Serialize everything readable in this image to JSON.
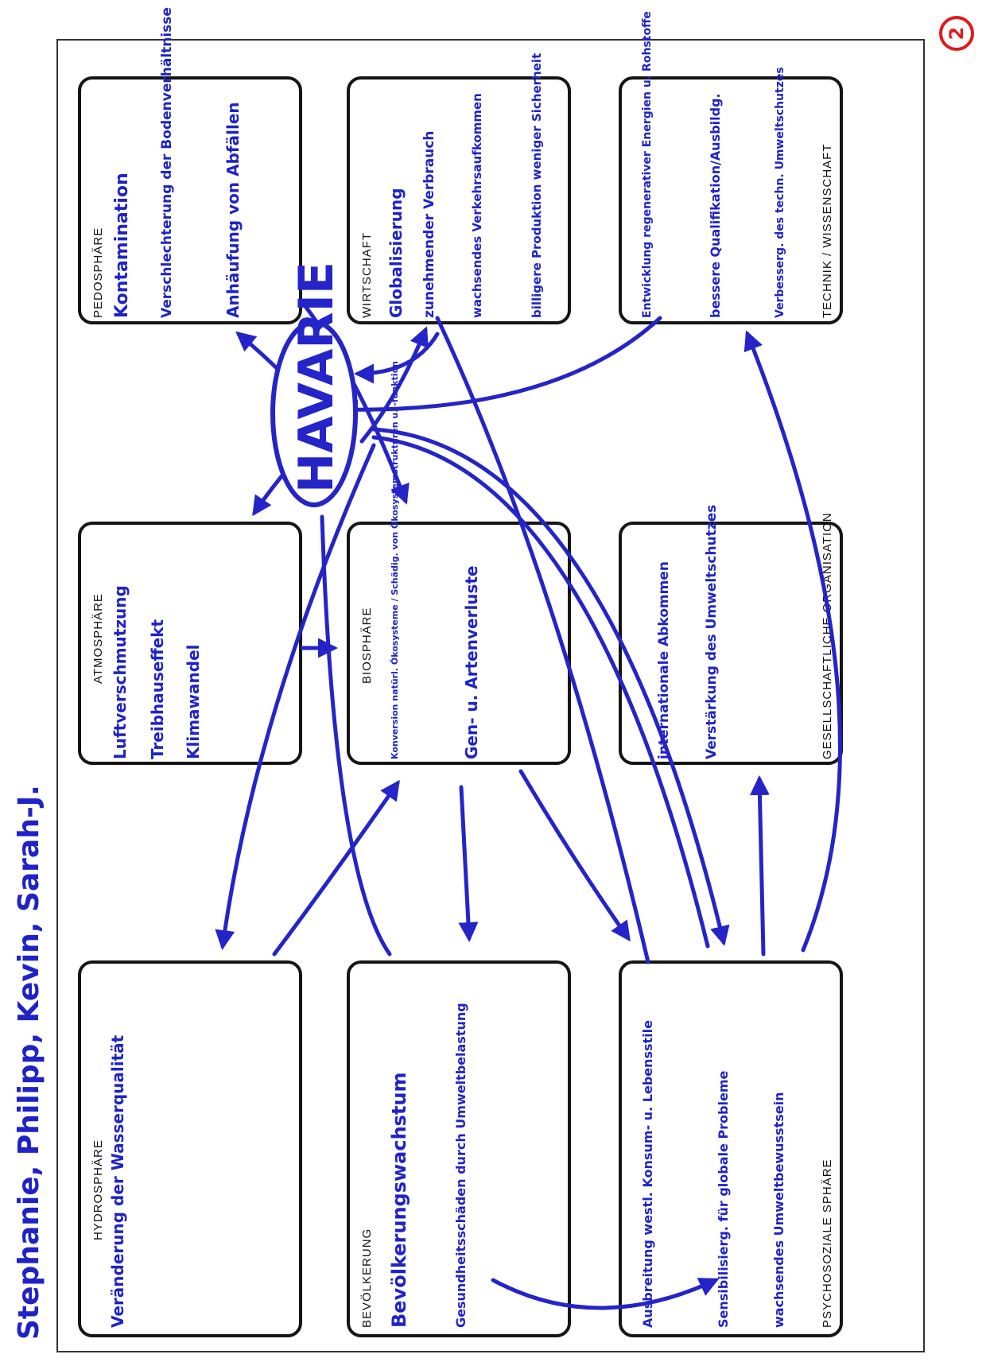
{
  "authors": "Stephanie, Philipp, Kevin, Sarah-J.",
  "page_number": "2",
  "center": "HAVARIE",
  "boxes": [
    {
      "title": "PEDOSPHÄRE",
      "notes": [
        "Kontamination",
        "Verschlechterung der Bodenverhältnisse",
        "Anhäufung von Abfällen"
      ]
    },
    {
      "title": "WIRTSCHAFT",
      "notes": [
        "Globalisierung",
        "zunehmender Verbrauch",
        "wachsendes Verkehrsaufkommen",
        "billigere Produktion weniger Sicherheit"
      ]
    },
    {
      "title": "TECHNIK / WISSENSCHAFT",
      "notes": [
        "Entwicklung regenerativer Energien u. Rohstoffe",
        "bessere Qualifikation/Ausbildg.",
        "Verbesserg. des techn. Umweltschutzes"
      ]
    },
    {
      "title": "ATMOSPHÄRE",
      "notes": [
        "Luftverschmutzung",
        "Treibhauseffekt",
        "Klimawandel"
      ]
    },
    {
      "title": "BIOSPHÄRE",
      "notes": [
        "Konversion natürl. Ökosysteme / Schädig. von Ökosystemstrukturen u. -funktion",
        "Gen- u. Artenverluste"
      ]
    },
    {
      "title": "GESELLSCHAFTLICHE ORGANISATION",
      "notes": [
        "internationale Abkommen",
        "Verstärkung des Umweltschutzes"
      ]
    },
    {
      "title": "HYDROSPHÄRE",
      "notes": [
        "Veränderung der Wasserqualität"
      ]
    },
    {
      "title": "BEVÖLKERUNG",
      "notes": [
        "Bevölkerungswachstum",
        "Gesundheitsschäden durch Umweltbelastung"
      ]
    },
    {
      "title": "PSYCHOSOZIALE SPHÄRE",
      "notes": [
        "Ausbreitung westl. Konsum- u. Lebensstile",
        "Sensibilisierg. für globale Probleme",
        "wachsendes Umweltbewusstsein"
      ]
    }
  ]
}
